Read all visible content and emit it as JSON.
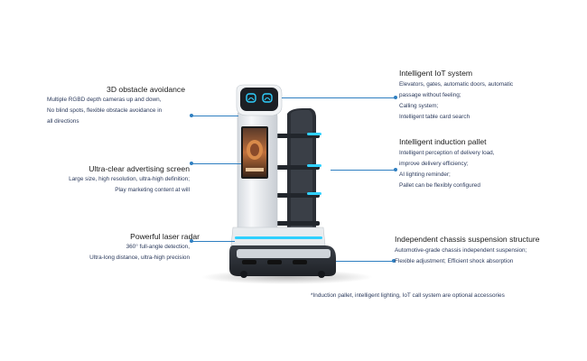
{
  "callouts": {
    "obstacle": {
      "title": "3D obstacle avoidance",
      "lines": [
        "Multiple RGBD depth cameras up and down,",
        "No blind spots, flexible obstacle avoidance in",
        "all directions"
      ]
    },
    "advertising": {
      "title": "Ultra-clear advertising screen",
      "lines": [
        "Large size, high resolution, ultra-high definition;",
        "Play marketing content at will"
      ]
    },
    "laser": {
      "title": "Powerful laser radar",
      "lines": [
        "360° full-angle detection,",
        "Ultra-long distance, ultra-high precision"
      ]
    },
    "iot": {
      "title": "Intelligent IoT system",
      "lines": [
        "Elevators, gates, automatic doors, automatic",
        "passage without feeling;",
        "Calling system;",
        "Intelligent table card search"
      ]
    },
    "pallet": {
      "title": "Intelligent induction pallet",
      "lines": [
        "Intelligent perception of delivery load,",
        "improve delivery efficiency;",
        "AI lighting reminder;",
        "Pallet can be flexibly configured"
      ]
    },
    "chassis": {
      "title": "Independent chassis suspension structure",
      "lines": [
        "Automotive-grade chassis independent suspension;",
        "Flexible adjustment; Efficient shock absorption"
      ]
    }
  },
  "footnote": "*Induction pallet, intelligent lighting, IoT call system are optional accessories",
  "colors": {
    "accent": "#2f7fc1",
    "text": "#2b3a5c",
    "robot_body": "#eef1f4",
    "robot_dark": "#2b2f36",
    "light_strip": "#2fd0ff"
  }
}
